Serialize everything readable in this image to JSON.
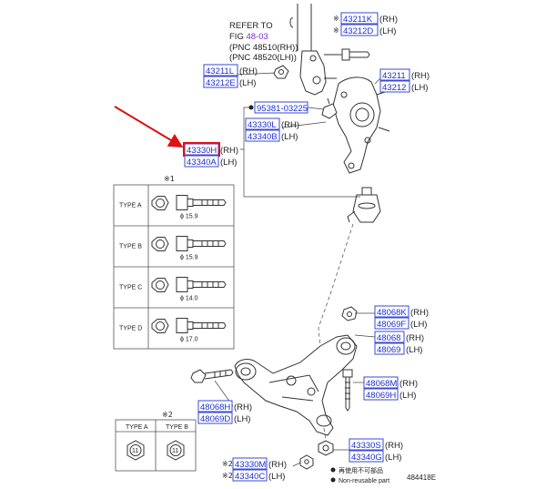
{
  "reference": {
    "line1": "REFER TO",
    "fig_prefix": "FIG ",
    "fig_link": "48-03",
    "pnc1": "(PNC 48510(RH))",
    "pnc2": "(PNC 48520(LH))"
  },
  "parts": {
    "p43211K": {
      "code": "43211K",
      "side": "(RH)",
      "marker": "※"
    },
    "p43212D": {
      "code": "43212D",
      "side": "(LH)",
      "marker": "※"
    },
    "p43211L": {
      "code": "43211L",
      "side": "(RH)"
    },
    "p43212E": {
      "code": "43212E",
      "side": "(LH)"
    },
    "p43211": {
      "code": "43211",
      "side": "(RH)"
    },
    "p43212": {
      "code": "43212",
      "side": "(LH)"
    },
    "p95381": {
      "code": "95381-03225"
    },
    "p43330L": {
      "code": "43330L",
      "side": "(RH)"
    },
    "p43340B": {
      "code": "43340B",
      "side": "(LH)"
    },
    "p43330": {
      "code": "43330H",
      "side": "(RH)",
      "visible_code": "43330H"
    },
    "p43340A": {
      "code": "43340A",
      "side": "(LH)"
    },
    "p48068K": {
      "code": "48068K",
      "side": "(RH)"
    },
    "p48069F": {
      "code": "48069F",
      "side": "(LH)"
    },
    "p48068": {
      "code": "48068",
      "side": "(RH)"
    },
    "p48069": {
      "code": "48069",
      "side": "(LH)"
    },
    "p48068M": {
      "code": "48068M",
      "side": "(RH)"
    },
    "p48069H": {
      "code": "48069H",
      "side": "(LH)"
    },
    "p48068H": {
      "code": "48068H",
      "side": "(RH)"
    },
    "p48069D": {
      "code": "48069D",
      "side": "(LH)"
    },
    "p43330S": {
      "code": "43330S",
      "side": "(RH)"
    },
    "p43340G": {
      "code": "43340G",
      "side": "(LH)"
    },
    "p43330M": {
      "code": "43330M",
      "side": "(RH)",
      "marker": "※2"
    },
    "p43340C": {
      "code": "43340C",
      "side": "(LH)",
      "marker": "※2"
    }
  },
  "type_table1": {
    "marker": "※1",
    "rows": [
      {
        "label": "TYPE A",
        "dia": "ϕ 15.9"
      },
      {
        "label": "TYPE B",
        "dia": "ϕ 15.9"
      },
      {
        "label": "TYPE C",
        "dia": "ϕ 14.0"
      },
      {
        "label": "TYPE D",
        "dia": "ϕ 17.0"
      }
    ]
  },
  "type_table2": {
    "marker": "※2",
    "headers": [
      "TYPE A",
      "TYPE B"
    ],
    "nut_labels": [
      "11",
      "11"
    ]
  },
  "legend": {
    "jp": "再使用不可部品",
    "en": "Non-reusable part"
  },
  "figure_id": "484418E",
  "colors": {
    "pn_text": "#1f2fd0",
    "pn_border": "#3a49d6",
    "highlight": "#e01010",
    "arrow": "#e01010",
    "link": "#7a2fd0"
  }
}
